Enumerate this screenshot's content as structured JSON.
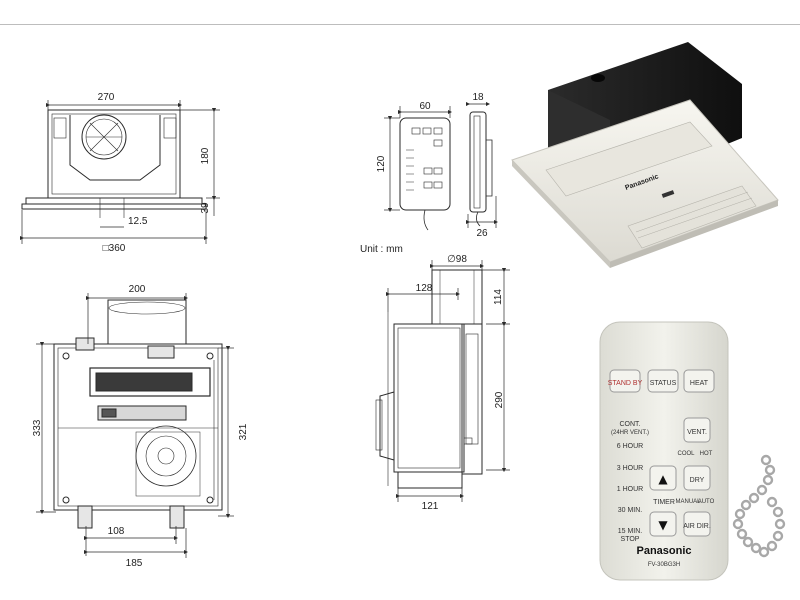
{
  "dims": {
    "top_width": "270",
    "top_height": "180",
    "top_flange": "39",
    "top_offset": "12.5",
    "top_square": "□360",
    "bottom_width": "200",
    "bottom_height_left": "333",
    "bottom_height_right": "321",
    "bottom_w1": "108",
    "bottom_w2": "185",
    "remote_width": "60",
    "remote_depth": "18",
    "remote_height": "120",
    "remote_thick": "26",
    "side_diameter": "∅98",
    "side_offset": "128",
    "side_top": "114",
    "side_height": "290",
    "side_bottom": "121"
  },
  "unit_label": "Unit : mm",
  "device": {
    "brand": "Panasonic"
  },
  "remote": {
    "brand": "Panasonic",
    "model": "FV-30BG3H",
    "buttons": {
      "standby": "STAND BY",
      "status": "STATUS",
      "heat": "HEAT",
      "vent": "VENT.",
      "dry": "DRY",
      "air_dir": "AIR DIR.",
      "up": "▲",
      "down": "▼"
    },
    "labels": {
      "cont": "CONT.",
      "cont_sub": "(24HR VENT.)",
      "h6": "6 HOUR",
      "h3": "3 HOUR",
      "h1": "1 HOUR",
      "m30": "30 MIN.",
      "m15": "15 MIN.",
      "stop": "STOP",
      "timer": "TIMER",
      "cool": "COOL",
      "hot": "HOT",
      "manual": "MANUAL",
      "auto": "AUTO"
    }
  },
  "colors": {
    "line": "#2a2a2a",
    "device_body": "#f1efe8",
    "device_box": "#1c1c1c",
    "remote_body": "#ecece6"
  }
}
